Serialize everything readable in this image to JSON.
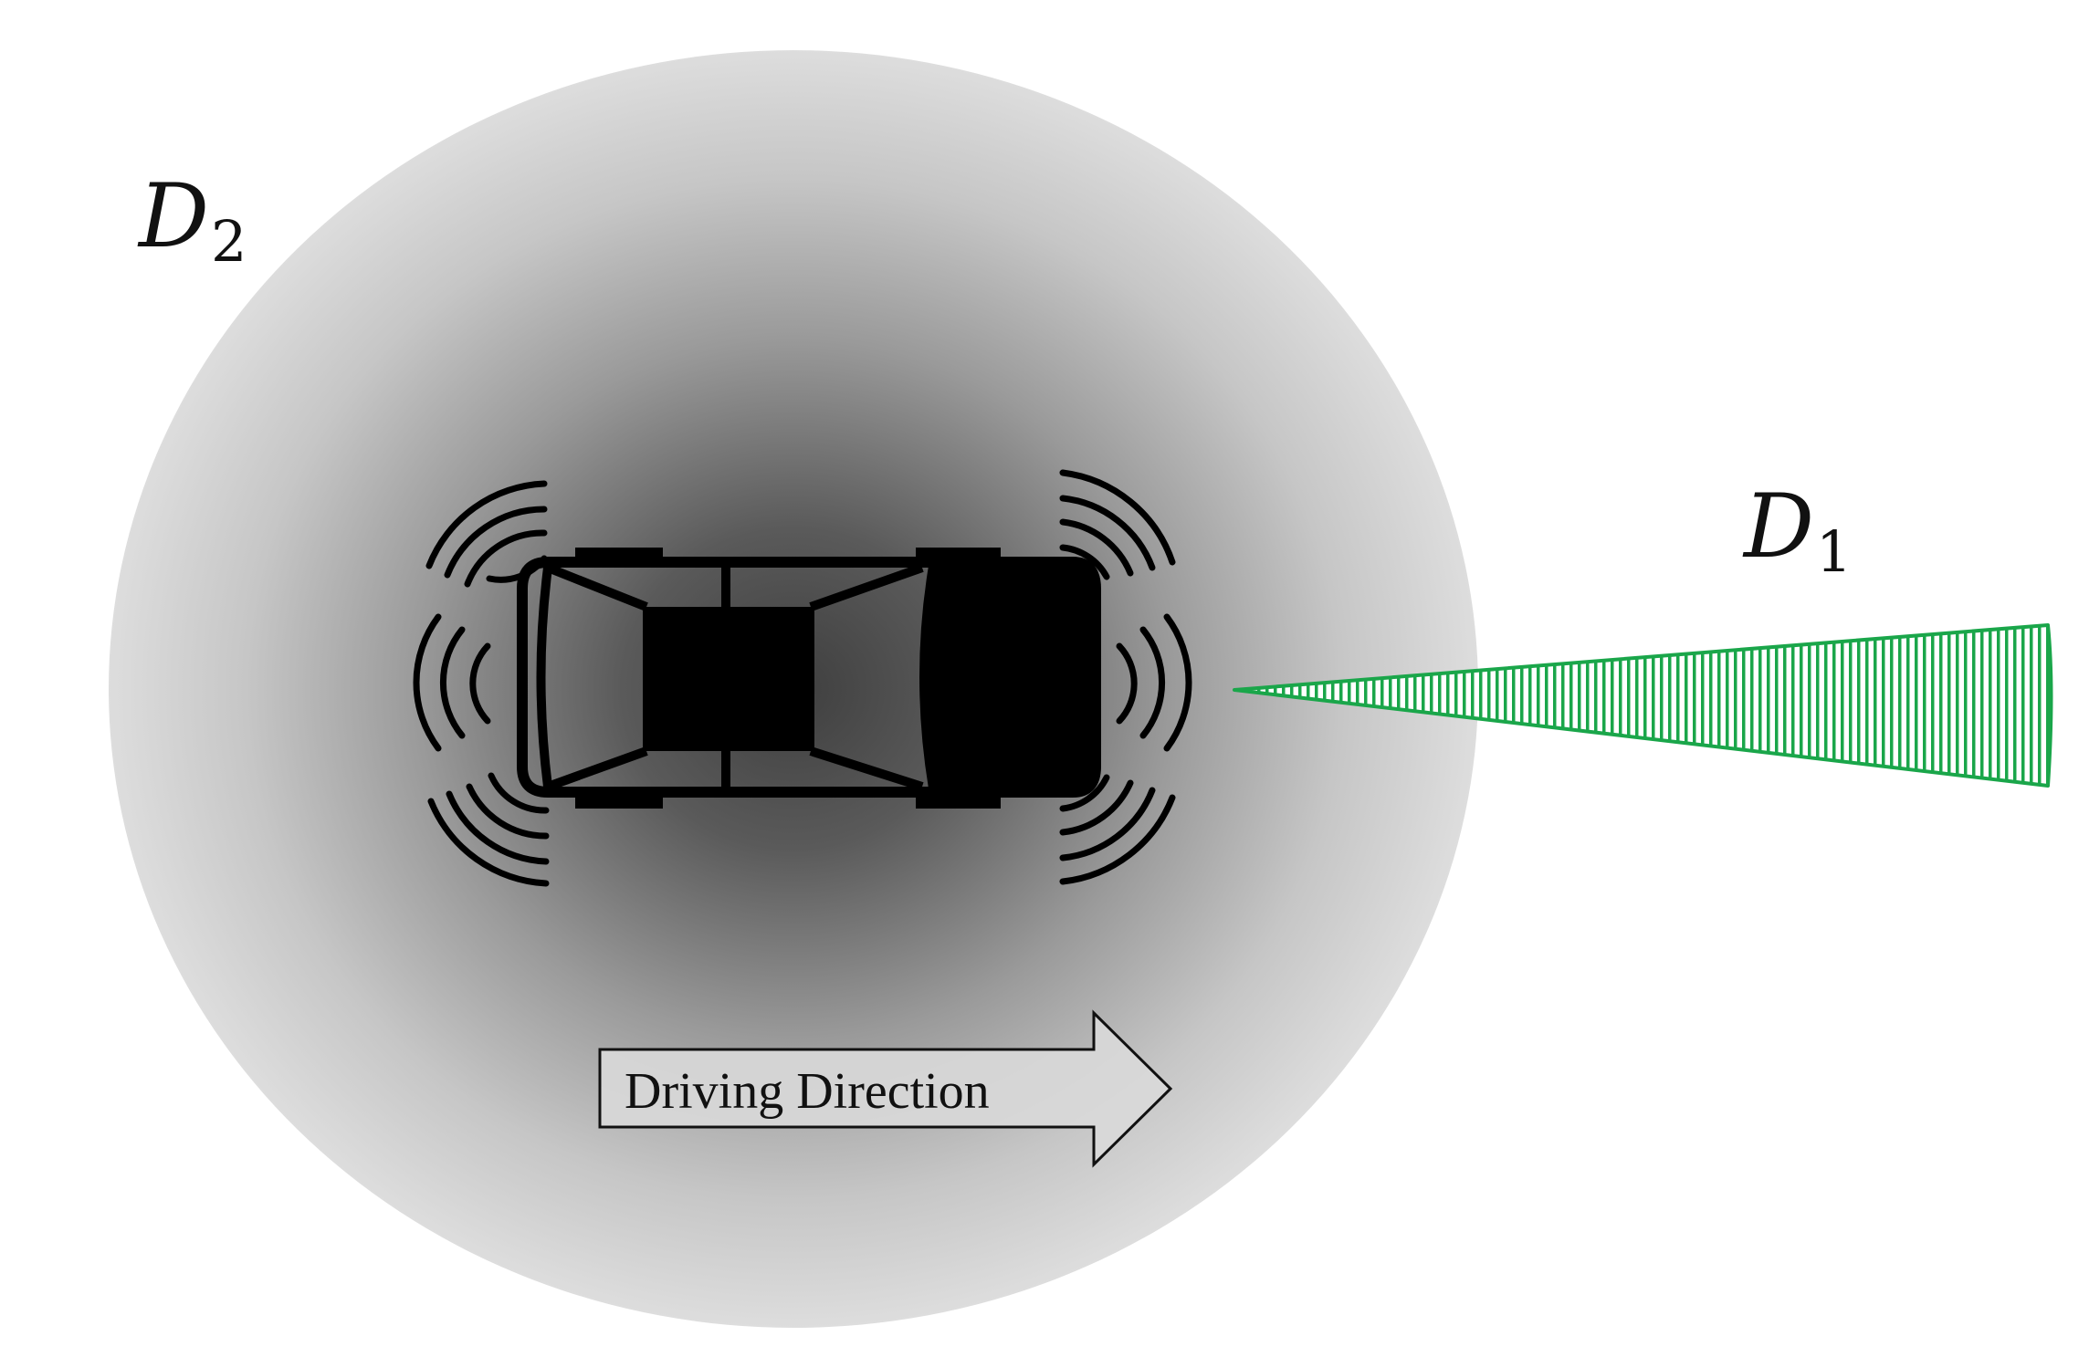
{
  "labels": {
    "d2": {
      "main": "D",
      "sub": "2"
    },
    "d1": {
      "main": "D",
      "sub": "1"
    }
  },
  "arrow": {
    "text": "Driving Direction"
  },
  "colors": {
    "background": "#ffffff",
    "zone_center": "#4a4a4a",
    "zone_edge": "#dcdcdc",
    "beam": "#1aa64a",
    "car": "#000000"
  },
  "icons": {
    "car": "car-top-view-icon",
    "sensor_waves": "sensor-wave-icon",
    "beam": "long-range-sensor-beam"
  }
}
